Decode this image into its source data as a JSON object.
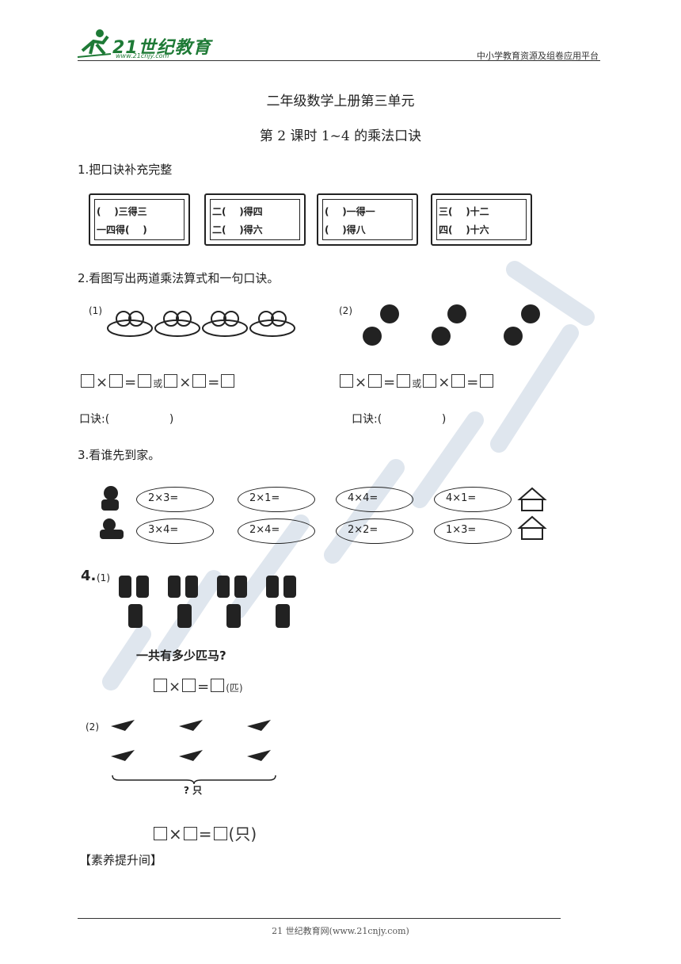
{
  "header": {
    "logo_text": "21世纪教育",
    "logo_url": "www.21cnjy.com",
    "right_text": "中小学教育资源及组卷应用平台"
  },
  "title": "二年级数学上册第三单元",
  "subtitle": "第 2 课时  1~4 的乘法口诀",
  "q1": {
    "heading": "1.把口诀补充完整",
    "cards": [
      {
        "row1": "(    )三得三",
        "row2": "一四得(    )"
      },
      {
        "row1": "二(    )得四",
        "row2": "二(    )得六"
      },
      {
        "row1": "(    )一得一",
        "row2": "(    )得八"
      },
      {
        "row1": "三(    )十二",
        "row2": "四(    )十六"
      }
    ]
  },
  "q2": {
    "heading": "2.看图写出两道乘法算式和一句口诀。",
    "label1": "(1)",
    "label2": "(2)",
    "or": "或",
    "koujue_left": "口诀:(                 )",
    "koujue_right": "口诀:(                 )"
  },
  "q3": {
    "heading": "3.看谁先到家。",
    "top_row": [
      "2×3=",
      "2×1=",
      "4×4=",
      "4×1="
    ],
    "bottom_row": [
      "3×4=",
      "2×4=",
      "2×2=",
      "1×3="
    ]
  },
  "q4": {
    "label": "4.",
    "part1_label": "(1)",
    "question": "一共有多少匹马?",
    "unit1": "(匹)",
    "part2_label": "(2)",
    "brace_label": "? 只",
    "unit2": "(只)"
  },
  "section": "【素养提升间】",
  "footer": "21 世纪教育网(www.21cnjy.com)",
  "colors": {
    "logo_green": "#1e7a36",
    "watermark": "#dfe6ee"
  }
}
